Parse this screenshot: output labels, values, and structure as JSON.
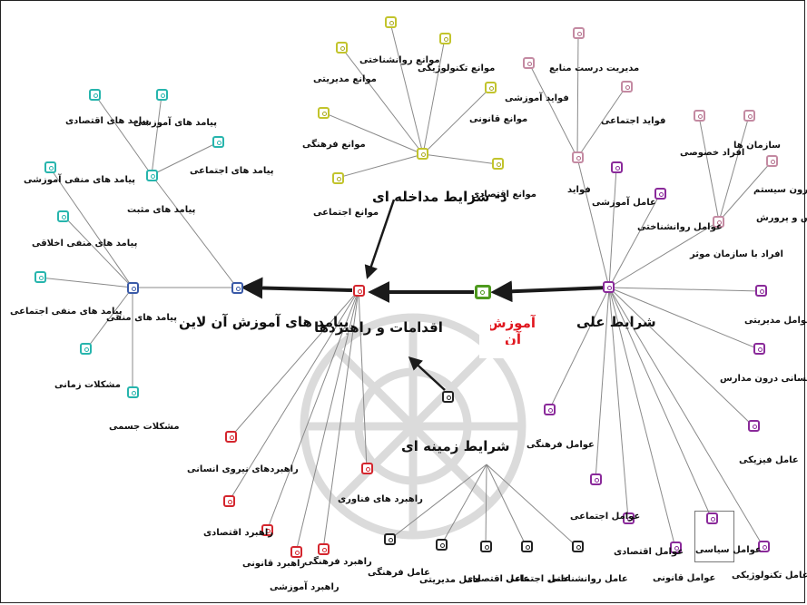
{
  "colors": {
    "teal": "#27b5ad",
    "olive": "#c2c42c",
    "pink": "#c48aa2",
    "violet": "#8a2a9a",
    "crimson": "#d4262e",
    "dark": "#222222",
    "blue": "#3a5aa8",
    "green": "#4e9a1e",
    "arrow": "#1a1a1a"
  },
  "hubs": {
    "outcomes": "پیامد های آموزش آن لاین",
    "actions": "اقدامات و راهبردها",
    "intervening": "د- شرایط مداخله ای",
    "context": "شرایط زمینه ای",
    "causal": "شرایط علی",
    "core": "آموزش آن"
  },
  "outcomes": {
    "positive": "پیامد های مثبت",
    "economic": "پیامد های اقتصادی",
    "educational": "پیامد های آموزشی",
    "social": "پیامد های اجتماعی",
    "neg_educational": "پیامد های منفی آموزشی",
    "negative": "پیامد های منفی",
    "neg_ethical": "پیامد های منفی اخلاقی",
    "neg_social": "پیامد های منفی اجتماعی",
    "time_problems": "مشکلات زمانی",
    "physical_problems": "مشکلات جسمی"
  },
  "intervening": {
    "psych": "موانع روانشناختی",
    "tech": "موانع تکنولوژیکی",
    "managerial": "موانع مدیریتی",
    "legal": "موانع قانونی",
    "cultural": "موانع فرهنگی",
    "economic": "موانع اقتصادی",
    "social": "موانع اجتماعی"
  },
  "benefits": {
    "label": "فواید",
    "mgmt": "مدیریت درست منابع",
    "edu": "فواید آموزشی",
    "social": "فواید اجتماعی"
  },
  "people": {
    "influential": "افراد با سازمان موثر",
    "organizations": "سازمان ها",
    "private": "افراد خصوصی",
    "inside": "افراد درون سیستم",
    "education": "آموزش و پرورش"
  },
  "causal": {
    "educational": "عامل آموزشی",
    "psych": "عوامل روانشناختی",
    "managerial": "عوامل مدیریتی",
    "human": "عامل انسانی درون مدارس",
    "physical": "عامل فیزیکی",
    "cultural": "عوامل فرهنگی",
    "social": "عوامل اجتماعی",
    "economic": "عوامل اقتصادی",
    "legal": "عوامل قانونی",
    "political": "عوامل سیاسی",
    "technological": "عامل تکنولوژیکی"
  },
  "strategies": {
    "human_resources": "راهبردهای نیروی انسانی",
    "tech": "راهبرد های فناوری",
    "economic": "راهبرد اقتصادی",
    "cultural": "راهبرد فرهنگی",
    "legal": "راهبرد قانونی",
    "educational": "راهبرد آموزشی"
  },
  "context": {
    "cultural": "عامل فرهنگی",
    "managerial": "عامل مدیریتی",
    "economic": "عامل اقتصادی",
    "social": "عامل اجتماعی",
    "psych": "عامل روانشناختی"
  }
}
